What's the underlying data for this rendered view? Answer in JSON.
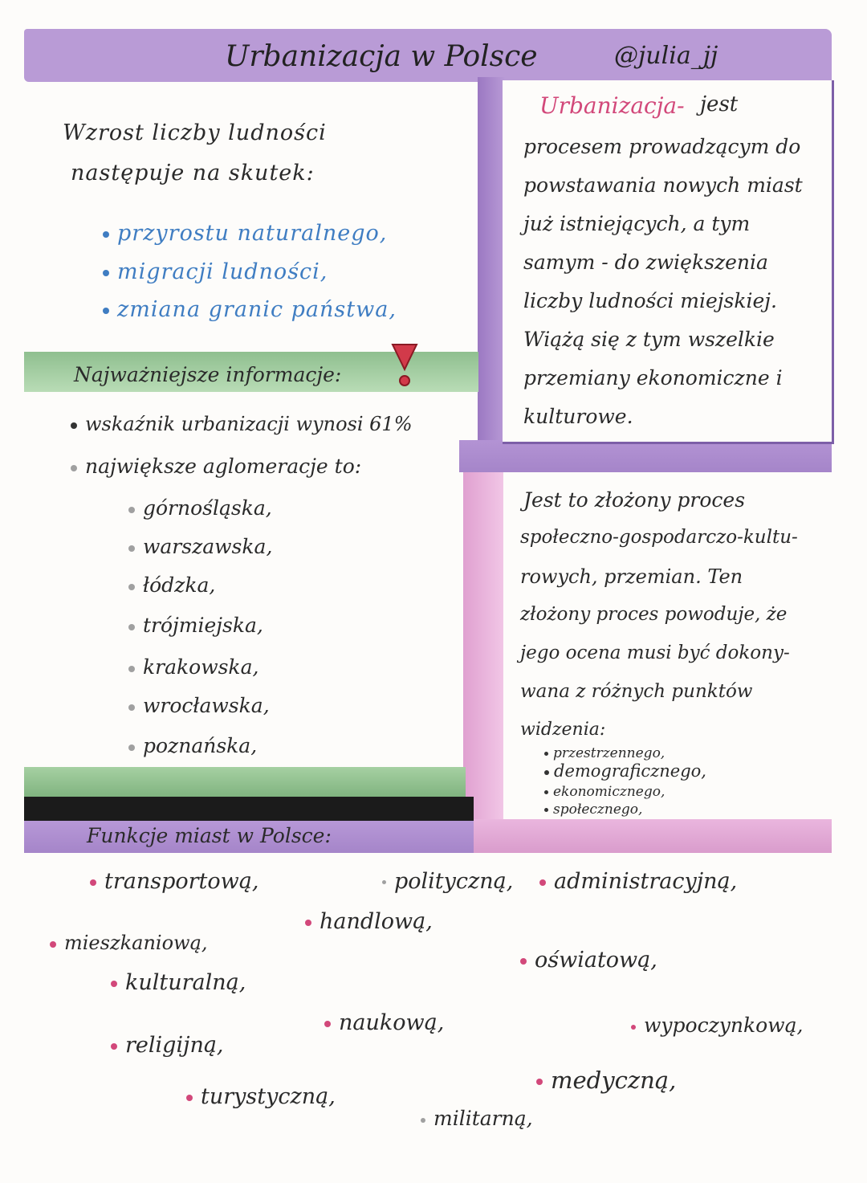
{
  "header": {
    "title": "Urbanizacja w Polsce",
    "handle": "@julia_jj"
  },
  "growth": {
    "intro_line1": "Wzrost liczby ludności",
    "intro_line2": "następuje na skutek:",
    "items": [
      "przyrostu naturalnego,",
      "migracji ludności,",
      "zmiana granic państwa,"
    ]
  },
  "definition": {
    "term": "Urbanizacja-",
    "lines": [
      "jest",
      "procesem prowadzącym do",
      "powstawania nowych miast",
      "już istniejących, a tym",
      "samym - do zwiększenia",
      "liczby ludności miejskiej.",
      "Wiążą się z tym wszelkie",
      "przemiany ekonomiczne i",
      "kulturowe."
    ]
  },
  "important": {
    "heading": "Najważniejsze informacje:",
    "items": [
      "wskaźnik urbanizacji wynosi 61%",
      "największe aglomeracje to:"
    ],
    "agglomerations": [
      "górnośląska,",
      "warszawska,",
      "łódzka,",
      "trójmiejska,",
      "krakowska,",
      "wrocławska,",
      "poznańska,"
    ]
  },
  "process": {
    "lines": [
      "Jest to złożony proces",
      "społeczno-gospodarczo-kultu-",
      "rowych, przemian. Ten",
      "złożony proces powoduje, że",
      "jego ocena musi być dokony-",
      "wana z różnych punktów",
      "widzenia:"
    ],
    "viewpoints": [
      "przestrzennego,",
      "demograficznego,",
      "ekonomicznego,",
      "społecznego,"
    ]
  },
  "functions": {
    "heading": "Funkcje miast w Polsce:",
    "items": [
      "transportową,",
      "polityczną,",
      "administracyjną,",
      "handlową,",
      "mieszkaniową,",
      "oświatową,",
      "kulturalną,",
      "naukową,",
      "wypoczynkową,",
      "religijną,",
      "medyczną,",
      "turystyczną,",
      "militarną,"
    ]
  },
  "colors": {
    "purple": "#b99bd6",
    "pink": "#e8b0db",
    "green": "#9fca9b",
    "accent_blue": "#3f7dc2",
    "accent_pink": "#d2487a",
    "warning_red": "#d23a4a"
  }
}
